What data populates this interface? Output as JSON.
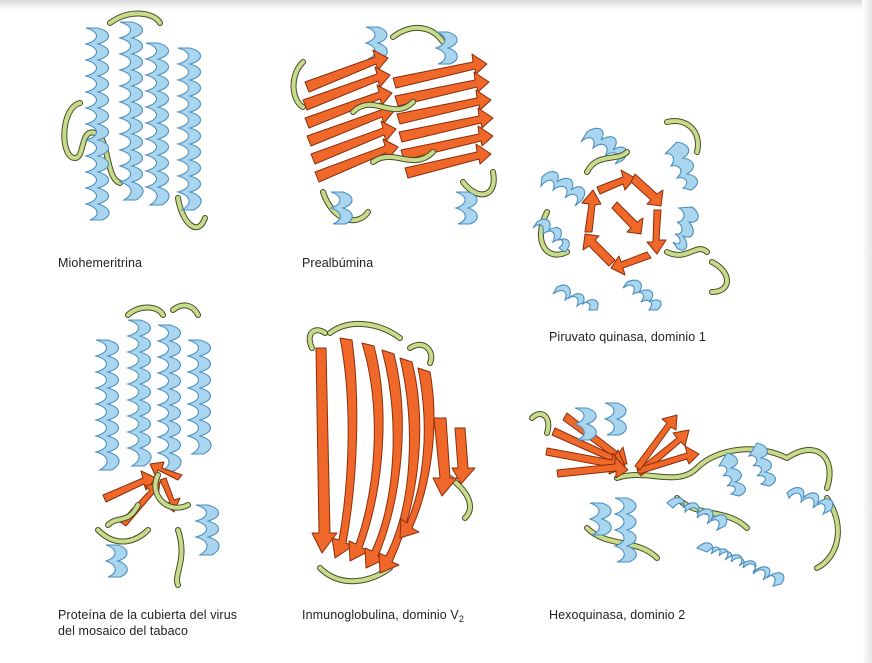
{
  "figure": {
    "panels": [
      {
        "caption": "Miohemeritrina"
      },
      {
        "caption": "Prealbúmina"
      },
      {
        "caption": "Piruvato quinasa, dominio 1"
      },
      {
        "caption_lines": [
          "Proteína de la cubierta del virus",
          "del mosaico del tabaco"
        ]
      },
      {
        "caption_main": "Inmunoglobulina, dominio V",
        "caption_sub": "2"
      },
      {
        "caption": "Hexoquinasa, dominio 2"
      }
    ],
    "colors": {
      "helix": "#a9d6ee",
      "helix_outline": "#4a8fc0",
      "strand": "#f0672a",
      "strand_outline": "#8a2e0c",
      "coil": "#c6dc8a",
      "background": "#ffffff"
    }
  }
}
